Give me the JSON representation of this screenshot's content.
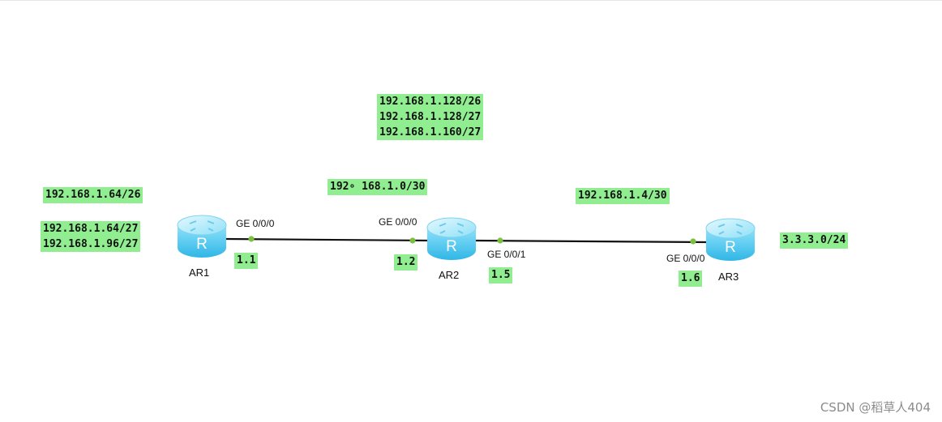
{
  "routers": [
    {
      "name": "AR1",
      "letter": "R"
    },
    {
      "name": "AR2",
      "letter": "R"
    },
    {
      "name": "AR3",
      "letter": "R"
    }
  ],
  "ports": [
    {
      "router": "AR1",
      "label": "GE 0/0/0",
      "ip": "1.1"
    },
    {
      "router": "AR2",
      "label": "GE 0/0/0",
      "ip": "1.2"
    },
    {
      "router": "AR2",
      "label": "GE 0/0/1",
      "ip": "1.5"
    },
    {
      "router": "AR3",
      "label": "GE 0/0/0",
      "ip": "1.6"
    }
  ],
  "networks": {
    "ar1_summary": "192.168.1.64/26",
    "ar1_subnets": [
      "192.168.1.64/27",
      "192.168.1.96/27"
    ],
    "ar2_loopbacks": [
      "192.168.1.128/26",
      "192.168.1.128/27",
      "192.168.1.160/27"
    ],
    "link_ar1_ar2": "192∘ 168.1.0/30",
    "link_ar2_ar3": "192.168.1.4/30",
    "ar3_network": "3.3.3.0/24"
  },
  "colors": {
    "label_bg": "#90ee90",
    "port_dot": "#7ac142",
    "link": "#111111",
    "router_body": "#5ccdf0"
  },
  "watermark": "CSDN @稻草人404"
}
